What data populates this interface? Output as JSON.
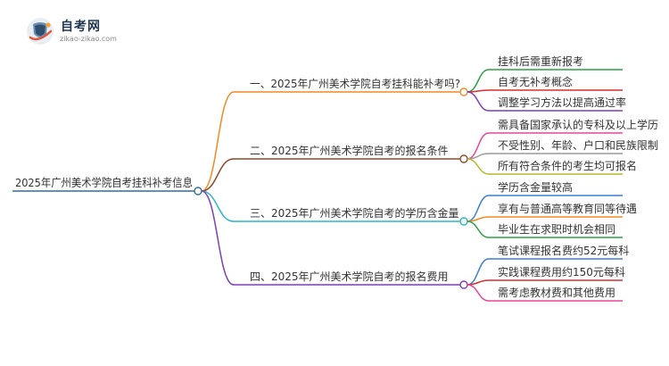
{
  "logo": {
    "title": "自考网",
    "subtitle": "zikao-zikao.com",
    "colors": {
      "shield_dark": "#2f4f6f",
      "shield_light": "#6a8db0",
      "swoosh": "#e0563b",
      "dot": "#f2a33a"
    }
  },
  "root": {
    "label": "2025年广州美术学院自考挂科补考信息",
    "color": "#2f6f9f"
  },
  "branches": [
    {
      "label": "一、2025年广州美术学院自考挂科能补考吗?",
      "color": "#f08a24",
      "children": [
        {
          "label": "挂科后需重新报考",
          "color": "#2ea043"
        },
        {
          "label": "自考无补考概念",
          "color": "#d62f2f"
        },
        {
          "label": "调整学习方法以提高通过率",
          "color": "#7b3fb8"
        }
      ]
    },
    {
      "label": "二、2025年广州美术学院自考的报名条件",
      "color": "#8a4b2c",
      "children": [
        {
          "label": "需具备国家承认的专科及以上学历",
          "color": "#e8449c"
        },
        {
          "label": "不受性别、年龄、户口和民族限制",
          "color": "#9a9a9a"
        },
        {
          "label": "所有符合条件的考生均可报名",
          "color": "#b4b82a"
        }
      ]
    },
    {
      "label": "三、2025年广州美术学院自考的学历含金量",
      "color": "#2bb5c6",
      "children": [
        {
          "label": "学历含金量较高",
          "color": "#3b7fd0"
        },
        {
          "label": "享有与普通高等教育同等待遇",
          "color": "#f08a24"
        },
        {
          "label": "毕业生在求职时机会相同",
          "color": "#2ea043"
        }
      ]
    },
    {
      "label": "四、2025年广州美术学院自考的报名费用",
      "color": "#7b3fb8",
      "children": [
        {
          "label": "笔试课程报名费约52元每科",
          "color": "#3b7fd0"
        },
        {
          "label": "实践课程费用约150元每科",
          "color": "#d62f2f"
        },
        {
          "label": "需考虑教材费和其他费用",
          "color": "#e8449c"
        }
      ]
    }
  ]
}
